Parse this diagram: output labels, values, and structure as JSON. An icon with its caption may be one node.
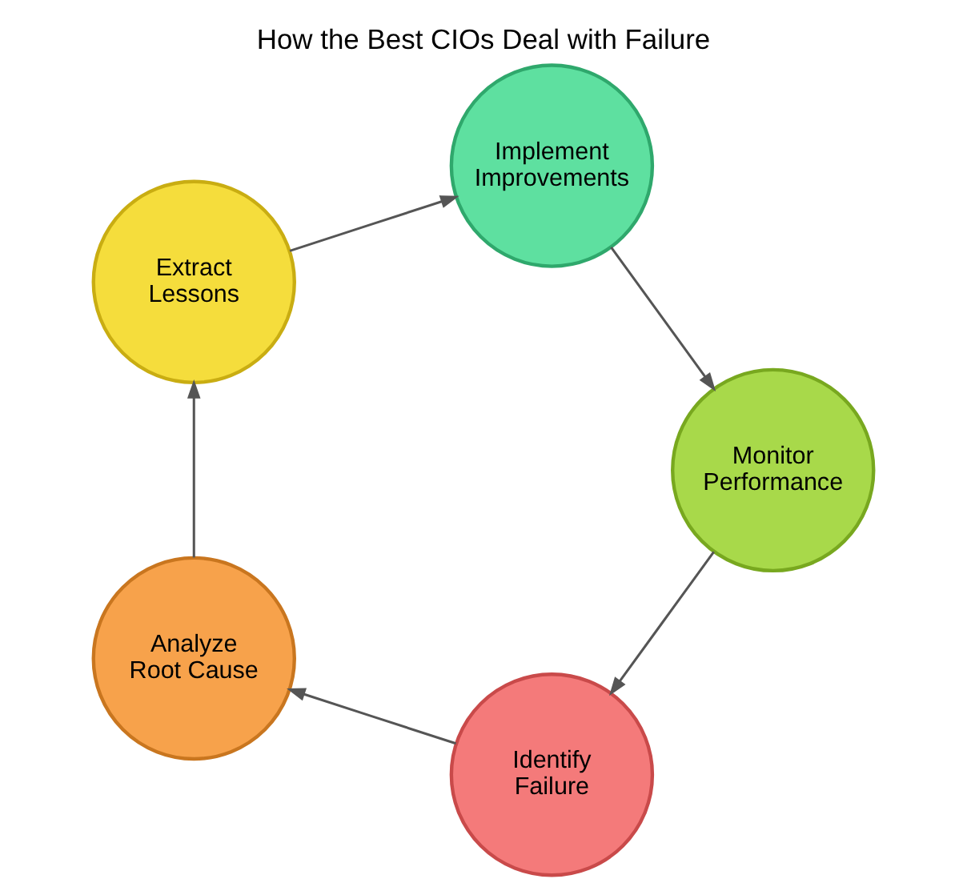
{
  "diagram": {
    "title": "How the Best CIOs Deal with Failure",
    "nodes": [
      {
        "text": [
          "Identify Failure"
        ]
      },
      {
        "text": [
          "Analyze Root Cause"
        ]
      },
      {
        "text": [
          "Extract Lessons"
        ]
      },
      {
        "text": [
          "Implement Improvements"
        ]
      },
      {
        "text": [
          "Monitor Performance"
        ]
      }
    ],
    "edges": [
      {
        "from": 0,
        "to": 1,
        "arrow": "to"
      },
      {
        "from": 1,
        "to": 2,
        "arrow": "to"
      },
      {
        "from": 2,
        "to": 3,
        "arrow": "to"
      },
      {
        "from": 3,
        "to": 4,
        "arrow": "to"
      },
      {
        "from": 4,
        "to": 0,
        "arrow": "to"
      }
    ]
  }
}
